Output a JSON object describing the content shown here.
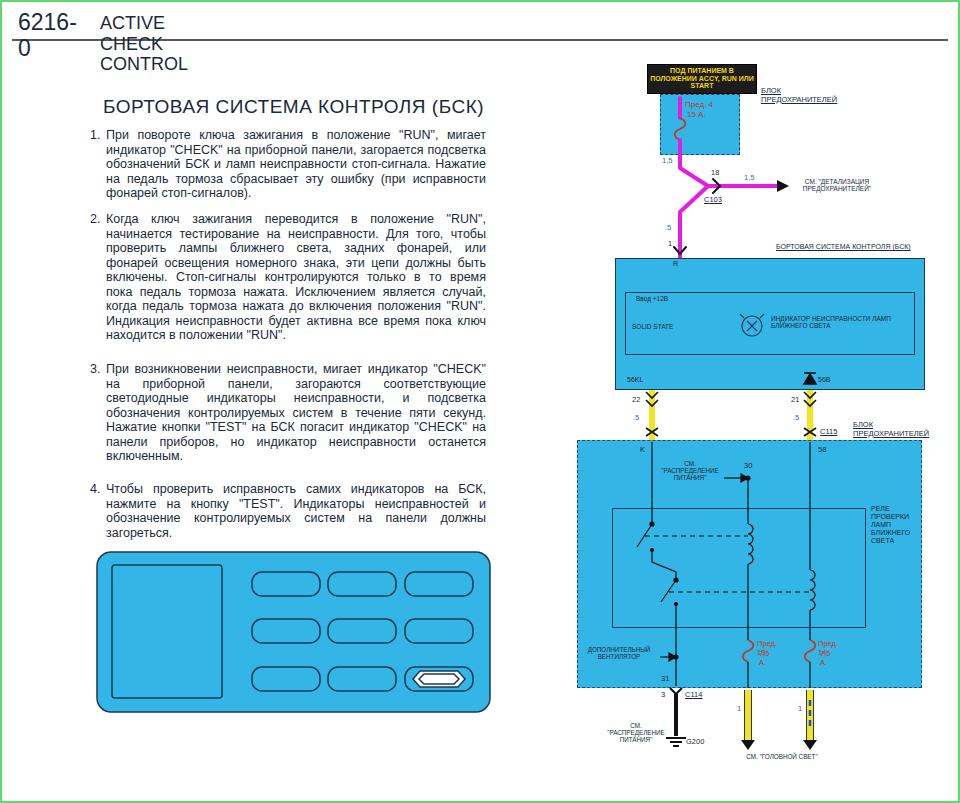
{
  "diagram": {
    "title": "БОРТОВАЯ СИСТЕМА КОНТРОЛЯ (БСК)",
    "nodes": [
      {
        "text": [
          "ПОД ПИТАНИЕМ В ПОЛОЖЕНИИ ACCY, RUN ИЛИ START"
        ]
      },
      {
        "text": [
          "БЛОК ПРЕДОХРАНИТЕЛЕЙ",
          "Пред. 4",
          "15 А."
        ]
      },
      {
        "text": [
          "БОРТОВАЯ СИСТЕМА КОНТРОЛЯ (БСК)"
        ]
      },
      {
        "text": [
          "Ввод +12В",
          "SOLID STATE",
          "ИНДИКАТОР НЕИСПРАВНОСТИ ЛАМП БЛИЖНЕГО СВЕТА"
        ],
        "in": 2
      },
      {
        "text": [
          "БЛОК ПРЕДОХРАНИТЕЛЕЙ"
        ]
      },
      {
        "text": [
          "РЕЛЕ ПРОВЕРКИ ЛАМП БЛИЖНЕГО СВЕТА"
        ],
        "in": 4
      }
    ],
    "edges": [
      {
        "from": 1,
        "to": 2,
        "arrow": "none"
      },
      {
        "from": 2,
        "to": 4,
        "arrow": "none"
      },
      {
        "from": 2,
        "to": 4,
        "arrow": "none"
      }
    ],
    "labels": [
      "6216-0",
      "ACTIVE CHECK CONTROL",
      "БОРТОВАЯ СИСТЕМА КОНТРОЛЯ",
      "1.",
      "При повороте ключа зажигания в положение \"RUN\", мигает индикатор \"CHECK\" на приборной панели, загорается подсветка обозначений БСК и ламп неисправности стоп-сигнала. Нажатие на педаль тормоза сбрасывает эту ошибку (при исправности фонарей стоп-сигналов).",
      "2.",
      "Когда ключ зажигания переводится в положение \"RUN\", начинается тестирование на неисправности. Для того, чтобы проверить лампы ближнего света, задних фонарей, или фонарей освещения номерного знака, эти цепи должны быть включены. Стоп-сигналы контролируются только в то время пока педаль тормоза нажата. Исключением является случай, когда педаль тормоза нажата до включения положения \"RUN\". Индикация неисправности будет активна все время пока ключ находится в положении \"RUN\".",
      "3.",
      "При возникновении неисправности, мигает индикатор \"CHECK\" на приборной панели, загораются соответствующие светодиодные индикаторы неисправности, и подсветка обозначения контролируемых систем в течение пяти секунд. Нажатие кнопки \"TEST\" на БСК погасит индикатор \"CHECK\" на панели приборов, но индикатор неисправности останется включенным.",
      "4.",
      "Чтобы проверить исправность самих индикаторов на БСК, нажмите на кнопку \"TEST\". Индикаторы неисправностей и обозначение контролируемых систем на панели должны загореться.",
      "1,5",
      "18",
      "1,5",
      "C103",
      "СМ. \"ДЕТАЛИЗАЦИЯ ПРЕДОХРАНИТЕЛЕЙ\"",
      ".5",
      "1",
      "R",
      "56KL",
      "56B",
      "22",
      "21",
      ".5",
      ".5",
      "C115",
      "K",
      "58",
      "СМ. \"РАСПРЕДЕЛЕНИЕ ПИТАНИЯ\"",
      "30",
      "ДОПОЛНИТЕЛЬНЫЙ ВЕНТИЛЯТОР",
      "Пред. 13",
      "7,5 А.",
      "Пред. 14",
      "7,5 А.",
      "31",
      "3",
      "C114",
      "1",
      "1",
      "СМ. \"РАСПРЕДЕЛЕНИЕ ПИТАНИЯ\"",
      "G200",
      "СМ. \"ГОЛОВНОЙ СВЕТ\""
    ]
  }
}
